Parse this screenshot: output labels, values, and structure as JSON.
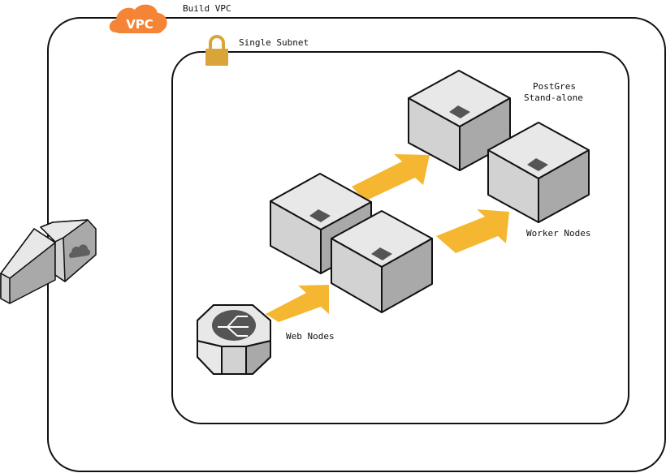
{
  "diagram": {
    "vpc_badge": "VPC",
    "vpc_label": "Build VPC",
    "subnet_label": "Single Subnet",
    "postgres_label_line1": "PostGres",
    "postgres_label_line2": "Stand-alone",
    "worker_label": "Worker Nodes",
    "web_label": "Web Nodes"
  },
  "colors": {
    "vpc_cloud": "#f58536",
    "lock": "#d9a53b",
    "arrow": "#f5b731",
    "cube_top": "#e8e8e8",
    "cube_left": "#d2d2d2",
    "cube_right": "#a9a9a9",
    "outline": "#111111"
  },
  "icons": [
    "vpc-cloud-icon",
    "padlock-icon",
    "internet-gateway-icon",
    "load-balancer-icon"
  ]
}
